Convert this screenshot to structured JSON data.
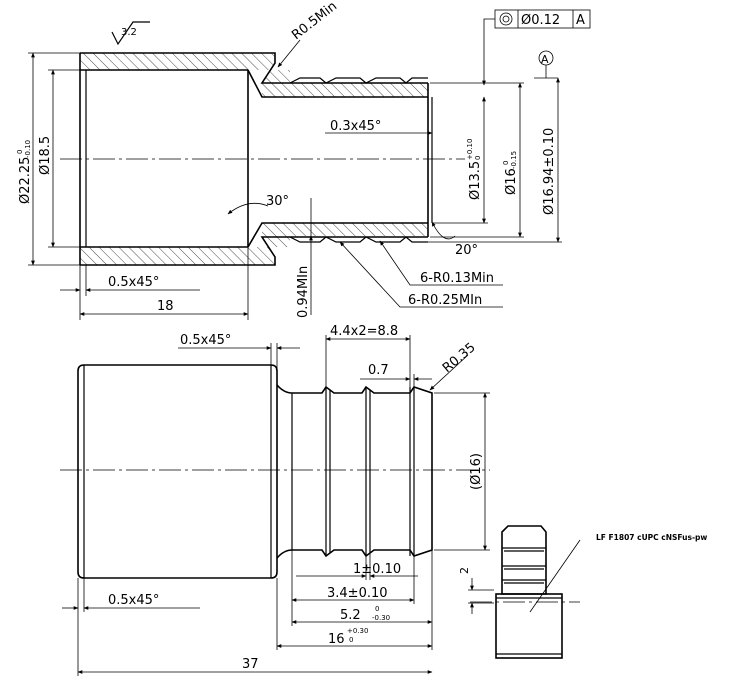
{
  "section_view": {
    "surface_finish": "3.2",
    "radius_top": "R0.5Min",
    "tolerance_frame": {
      "symbol": "◎",
      "value": "Ø0.12",
      "datum": "A"
    },
    "datum_marker": "A",
    "dim_outer_diameter": "Ø22.25",
    "dim_outer_diameter_tol_upper": "0",
    "dim_outer_diameter_tol_lower": "-0.10",
    "dim_bore": "Ø18.5",
    "dim_inner_chamfer": "0.3x45°",
    "dim_tube_bore": "Ø13.5",
    "dim_tube_bore_tol_upper": "+0.10",
    "dim_tube_bore_tol_lower": "0",
    "dim_barb_dia": "Ø16",
    "dim_barb_dia_tol_upper": "0",
    "dim_barb_dia_tol_lower": "-0.15",
    "dim_tube_od": "Ø16.94±0.10",
    "angle_shoulder": "30°",
    "angle_end": "20°",
    "dim_wall": "0.94MIn",
    "radius_small": "6-R0.13Min",
    "radius_large": "6-R0.25MIn",
    "dim_chamfer_left": "0.5x45°",
    "dim_length_body": "18"
  },
  "elevation_view": {
    "dim_chamfer_shoulder": "0.5x45°",
    "dim_pitch": "4.4x2=8.8",
    "dim_end_land": "0.7",
    "radius_end": "R0.35",
    "dim_ref_dia": "(Ø16)",
    "dim_groove_width": "1±0.10",
    "dim_first_groove": "3.4±0.10",
    "dim_barb_len": "5.2",
    "dim_barb_len_tol_upper": "0",
    "dim_barb_len_tol_lower": "-0.30",
    "dim_insert_len": "16",
    "dim_insert_len_tol_upper": "+0.30",
    "dim_insert_len_tol_lower": "0",
    "dim_chamfer_left": "0.5x45°",
    "dim_total_len": "37"
  },
  "detail_view": {
    "marking": "LF  F1807 cUPC cNSFus-pw",
    "dim_mark_height": "2"
  }
}
